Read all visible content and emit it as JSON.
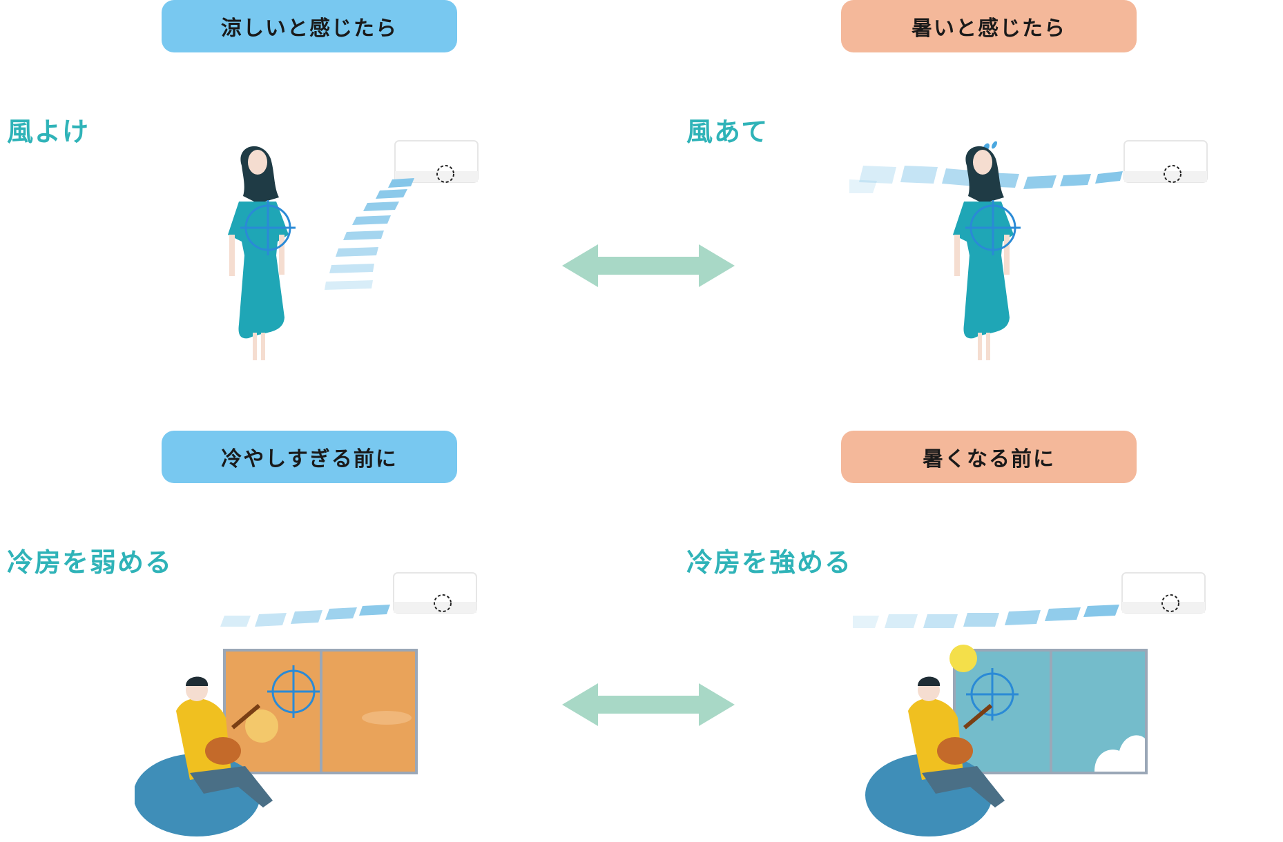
{
  "cards": {
    "top_left": {
      "badge": "涼しいと感じたら",
      "heading": "風よけ"
    },
    "top_right": {
      "badge": "暑いと感じたら",
      "heading": "風あて"
    },
    "bottom_left": {
      "badge": "冷やしすぎる前に",
      "heading": "冷房を弱める"
    },
    "bottom_right": {
      "badge": "暑くなる前に",
      "heading": "冷房を強める"
    }
  },
  "colors": {
    "cool_badge": "#78c8f0",
    "warm_badge": "#f4b89a",
    "heading_text": "#2fb3b8",
    "arrow": "#a8d8c6",
    "target_ring": "#2a8ad6",
    "dress": "#1fa6b6",
    "window_evening": "#e9a35a",
    "window_day": "#74bccb",
    "beanbag": "#3f8eb8",
    "shirt": "#f0c020"
  },
  "icons": {
    "swap_arrow": "double-arrow-icon",
    "target": "crosshair-target-icon",
    "air_conditioner": "air-conditioner-icon"
  }
}
